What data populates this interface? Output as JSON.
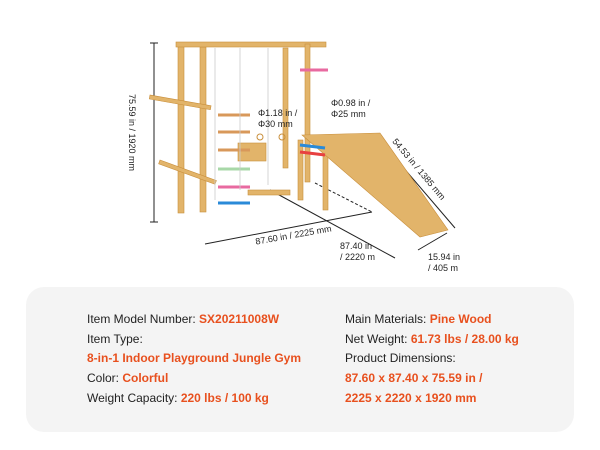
{
  "dimensions": {
    "height": "75.59 in / 1920 mm",
    "rung_diameter_1_line1": "Φ1.18 in /",
    "rung_diameter_1_line2": "Φ30 mm",
    "rung_diameter_2_line1": "Φ0.98 in /",
    "rung_diameter_2_line2": "Φ25 mm",
    "width": "87.60 in / 2225 mm",
    "depth_line1": "87.40 in",
    "depth_line2": "/ 2220 m",
    "slide_length": "54.53 in / 1385 mm",
    "slide_width_line1": "15.94 in",
    "slide_width_line2": "/ 405 m"
  },
  "specs": {
    "model_label": "Item Model Number: ",
    "model_value": "SX20211008W",
    "type_label": "Item Type:",
    "type_value": "8-in-1 Indoor Playground Jungle Gym",
    "color_label": "Color: ",
    "color_value": "Colorful",
    "capacity_label": "Weight Capacity: ",
    "capacity_value": "220 lbs / 100 kg",
    "materials_label": "Main Materials: ",
    "materials_value": "Pine Wood",
    "weight_label": "Net Weight: ",
    "weight_value": "61.73 lbs / 28.00 kg",
    "product_dims_label": "Product Dimensions:",
    "product_dims_line1": "87.60 x 87.40 x 75.59 in /",
    "product_dims_line2": "2225 x 2220 x 1920 mm"
  },
  "colors": {
    "accent": "#e8501e",
    "wood": "#e2b46a",
    "card": "#f4f4f4"
  }
}
